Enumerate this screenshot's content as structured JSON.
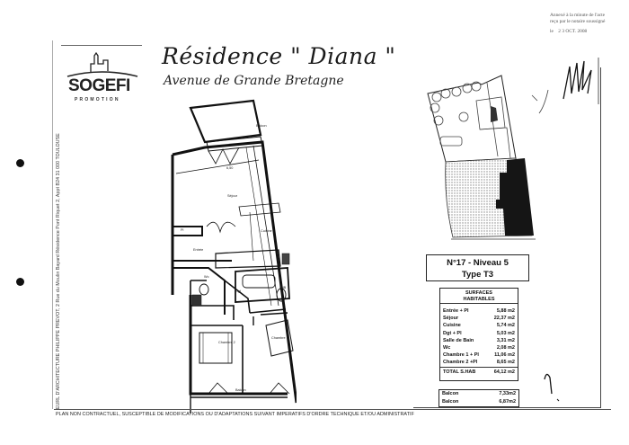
{
  "document": {
    "logo": {
      "name": "SOGEFI",
      "tagline": "PROMOTION"
    },
    "title": "Résidence \" Diana \"",
    "subtitle": "Avenue de Grande Bretagne",
    "stamp": {
      "line1": "Annexé à la minute de l'acte",
      "line2": "reçu par le notaire soussigné",
      "line3": "le",
      "date": "2 3 OCT. 2008"
    },
    "architect": "EURL D'ARCHITECTURE PHILIPPE PREVOT, 2 Rue du Moulin Bayard Résidence Pont Riquet 2, Appt B24  31 000 TOULOUSE",
    "unit": {
      "number": "N°17 - Niveau 5",
      "type": "Type T3"
    },
    "surfaces": {
      "heading_line1": "SURFACES",
      "heading_line2": "HABITABLES",
      "rows": [
        {
          "label": "Entrée + Pl",
          "value": "5,88 m2"
        },
        {
          "label": "Séjour",
          "value": "22,37 m2"
        },
        {
          "label": "Cuisine",
          "value": "5,74 m2"
        },
        {
          "label": "Dgt + Pl",
          "value": "5,03 m2"
        },
        {
          "label": "Salle de Bain",
          "value": "3,31 m2"
        },
        {
          "label": "Wc",
          "value": "2,08 m2"
        },
        {
          "label": "Chambre 1 + Pl",
          "value": "11,06 m2"
        },
        {
          "label": "Chambre 2 +Pl",
          "value": "8,65 m2"
        }
      ],
      "total_label": "TOTAL S.HAB",
      "total_value": "64,12 m2"
    },
    "balconies": [
      {
        "label": "Balcon",
        "value": "7,33m2"
      },
      {
        "label": "Balcon",
        "value": "6,87m2"
      }
    ],
    "disclaimer": "PLAN NON CONTRACTUEL, SUSCEPTIBLE DE MODIFICATIONS OU D'ADAPTATIONS SUIVANT IMPERATIFS D'ORDRE TECHNIQUE ET/OU ADMINISTRATIF",
    "plan_labels": {
      "balcon_top": "Balcon",
      "sejour": "Séjour",
      "cuisine": "Cuisine",
      "dim_width": "6,50",
      "dim_height": "5,15",
      "entree": "Entrée",
      "pl": "Pl",
      "wc": "Wc",
      "sdb": "SdB",
      "dgt": "Dgt",
      "chambre1": "Chambre 1",
      "chambre2": "Chambre 2",
      "balcon_bottom": "Balcon"
    }
  }
}
